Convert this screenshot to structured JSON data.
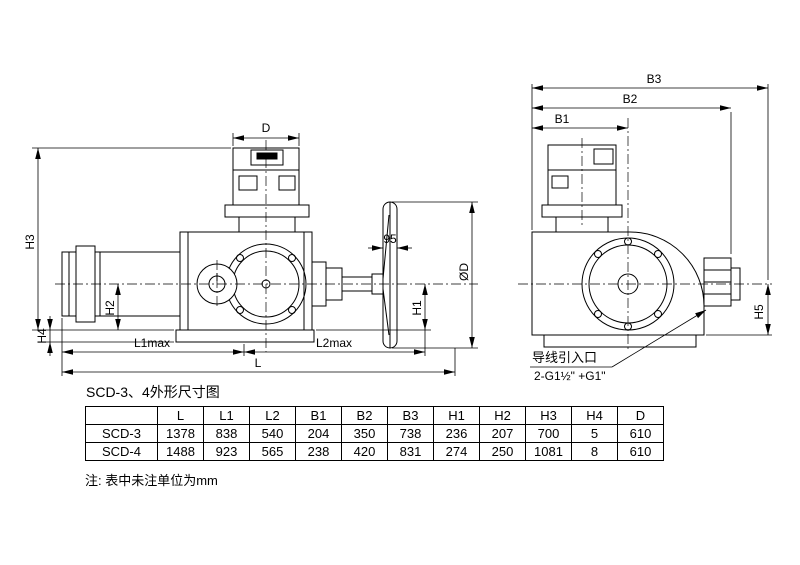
{
  "title": "SCD-3、4外形尺寸图",
  "note": "注: 表中未注单位为mm",
  "ink_color": "#000000",
  "front_view": {
    "dim_d": "D",
    "dim_h3": "H3",
    "dim_h2": "H2",
    "dim_h4": "H4",
    "dim_h1": "H1",
    "dim_l1max": "L1max",
    "dim_l2max": "L2max",
    "dim_l": "L",
    "dim_phi_d": "ØD",
    "dim_95": "95"
  },
  "side_view": {
    "dim_b1": "B1",
    "dim_b2": "B2",
    "dim_b3": "B3",
    "dim_h5": "H5",
    "wire_entry_label": "导线引入口",
    "wire_entry_spec": "2-G1½\" +G1\""
  },
  "table": {
    "headers": [
      "",
      "L",
      "L1",
      "L2",
      "B1",
      "B2",
      "B3",
      "H1",
      "H2",
      "H3",
      "H4",
      "D"
    ],
    "rows": [
      [
        "SCD-3",
        "1378",
        "838",
        "540",
        "204",
        "350",
        "738",
        "236",
        "207",
        "700",
        "5",
        "610"
      ],
      [
        "SCD-4",
        "1488",
        "923",
        "565",
        "238",
        "420",
        "831",
        "274",
        "250",
        "1081",
        "8",
        "610"
      ]
    ]
  }
}
